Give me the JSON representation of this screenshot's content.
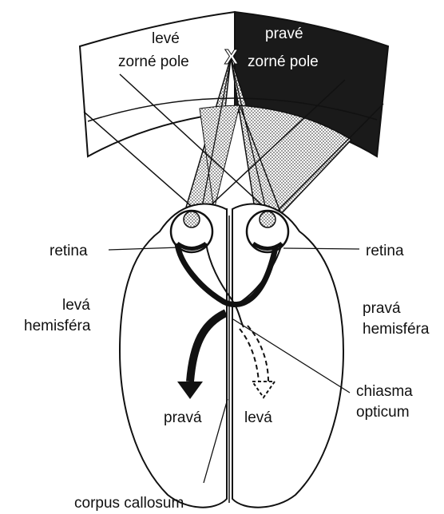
{
  "labels": {
    "left_field_line1": "levé",
    "left_field_line2": "zorné pole",
    "right_field_line1": "pravé",
    "right_field_line2": "zorné pole",
    "retina_left": "retina",
    "retina_right": "retina",
    "left_hemisphere_line1": "levá",
    "left_hemisphere_line2": "hemisféra",
    "right_hemisphere_line1": "pravá",
    "right_hemisphere_line2": "hemisféra",
    "arrow_right_label": "pravá",
    "arrow_left_label": "levá",
    "chiasma_line1": "chiasma",
    "chiasma_line2": "opticum",
    "corpus_callosum": "corpus callosum",
    "fixation_mark": "X"
  },
  "colors": {
    "ink": "#111111",
    "right_field_fill": "#1a1a1a",
    "left_field_fill": "#ffffff",
    "dotted_fill": "#9a9a9a"
  }
}
